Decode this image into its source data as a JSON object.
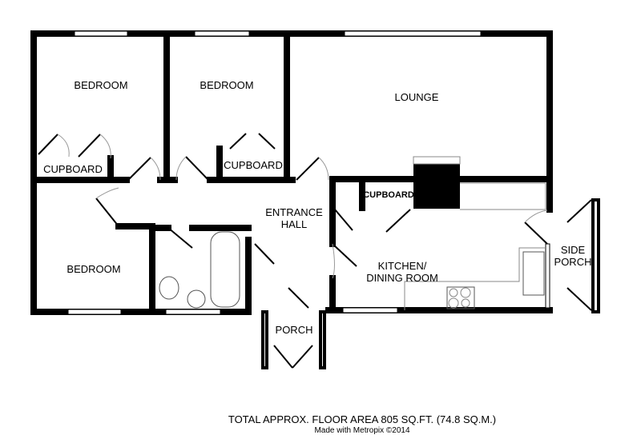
{
  "rooms": {
    "bedroom_1": "BEDROOM",
    "bedroom_2": "BEDROOM",
    "bedroom_3": "BEDROOM",
    "lounge": "LOUNGE",
    "cupboard_1": "CUPBOARD",
    "cupboard_2": "CUPBOARD",
    "cupboard_3": "CUPBOARD",
    "entrance_hall_1": "ENTRANCE",
    "entrance_hall_2": "HALL",
    "kitchen_1": "KITCHEN/",
    "kitchen_2": "DINING ROOM",
    "side_porch_1": "SIDE",
    "side_porch_2": "PORCH",
    "porch": "PORCH"
  },
  "footer": {
    "area": "TOTAL APPROX. FLOOR AREA 805 SQ.FT. (74.8 SQ.M.)",
    "credit": "Made with Metropix ©2014"
  },
  "colors": {
    "wall": "#000000",
    "fixture": "#888888"
  }
}
